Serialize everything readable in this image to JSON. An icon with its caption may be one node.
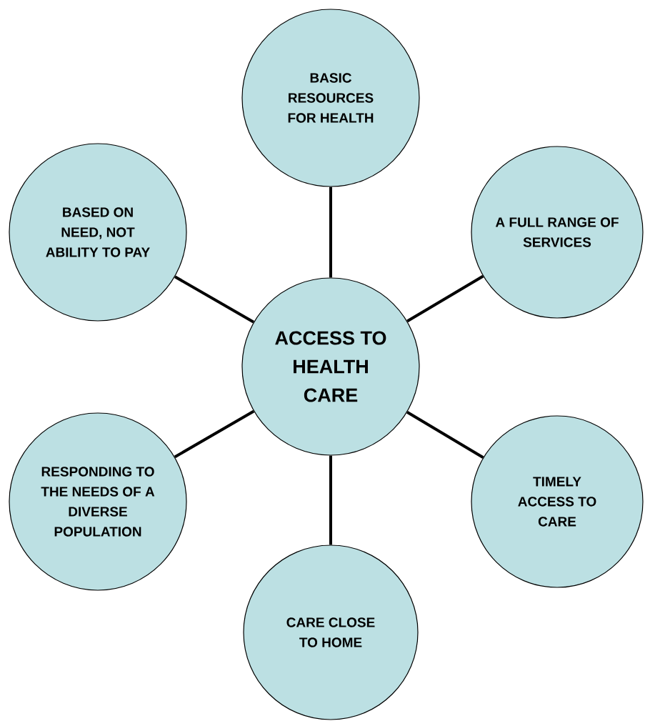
{
  "diagram": {
    "nodes": [
      {
        "text": [
          "ACCESS TO HEALTH CARE"
        ]
      },
      {
        "text": [
          "BASIC RESOURCES FOR HEALTH"
        ]
      },
      {
        "text": [
          "A FULL RANGE OF SERVICES"
        ]
      },
      {
        "text": [
          "TIMELY ACCESS TO CARE"
        ]
      },
      {
        "text": [
          "CARE CLOSE TO HOME"
        ]
      },
      {
        "text": [
          "RESPONDING TO THE NEEDS OF A DIVERSE POPULATION"
        ]
      },
      {
        "text": [
          "BASED ON NEED, NOT ABILITY TO PAY"
        ]
      }
    ],
    "edges": [
      {
        "from": 0,
        "to": 1,
        "arrow": "none"
      },
      {
        "from": 0,
        "to": 2,
        "arrow": "none"
      },
      {
        "from": 0,
        "to": 3,
        "arrow": "none"
      },
      {
        "from": 0,
        "to": 4,
        "arrow": "none"
      },
      {
        "from": 0,
        "to": 5,
        "arrow": "none"
      },
      {
        "from": 0,
        "to": 6,
        "arrow": "none"
      }
    ]
  }
}
